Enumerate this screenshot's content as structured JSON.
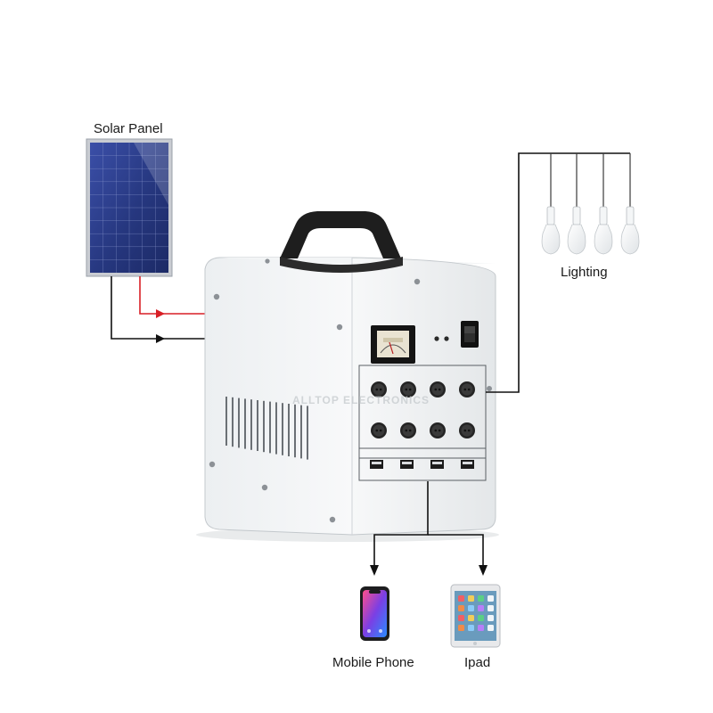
{
  "labels": {
    "solar_panel": "Solar Panel",
    "lighting": "Lighting",
    "mobile_phone": "Mobile Phone",
    "ipad": "Ipad"
  },
  "watermark": "ALLTOP ELECTRONICS",
  "counts": {
    "ac_sockets": 8,
    "usb_ports": 4,
    "bulbs": 4
  },
  "colors": {
    "positive_wire": "#d81f26",
    "negative_wire": "#111111",
    "panel_cell": "#2b3d8f",
    "panel_frame": "#c9ccd2",
    "case": "#f2f4f5",
    "handle": "#1e1e1e"
  },
  "icons": [
    "solar-panel-icon",
    "power-station-icon",
    "light-bulb-icon",
    "smartphone-icon",
    "tablet-icon"
  ]
}
